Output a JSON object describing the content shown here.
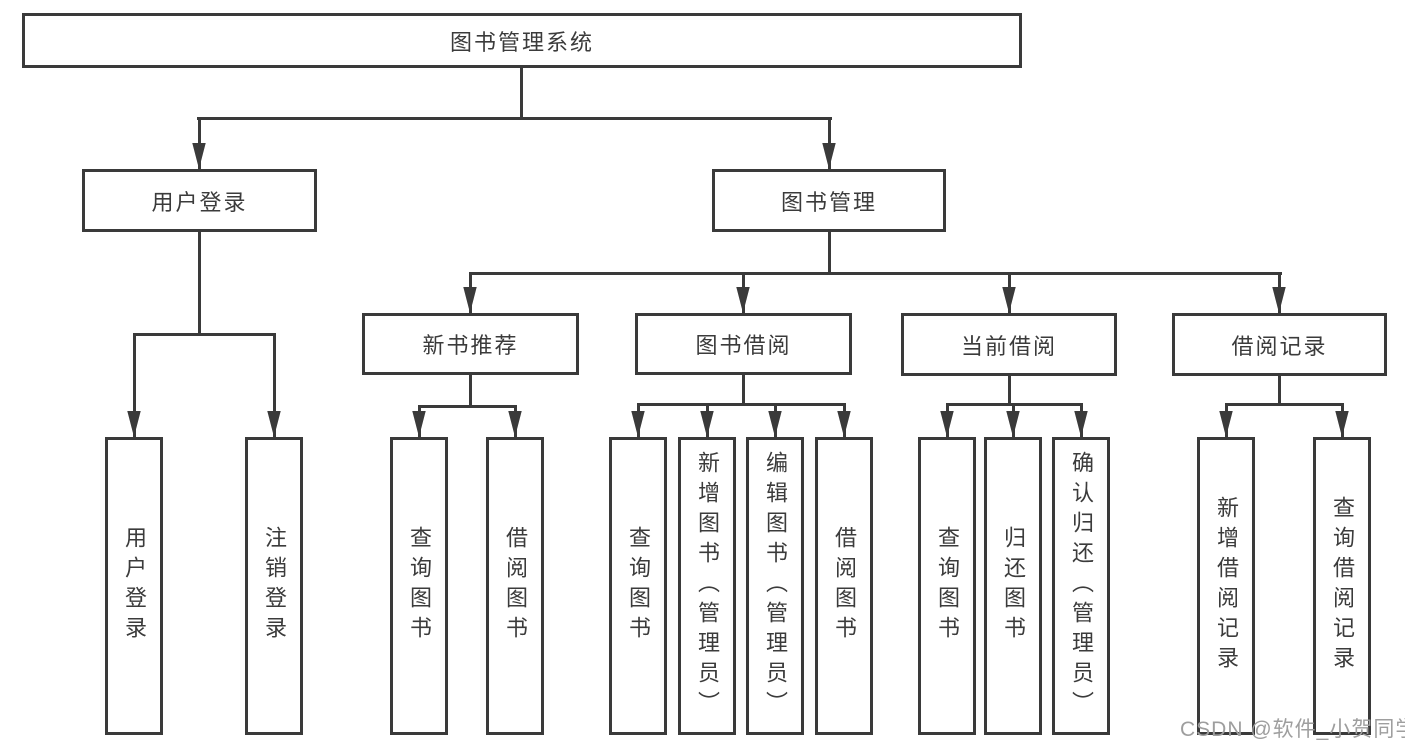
{
  "tree": {
    "root": {
      "label": "图书管理系统",
      "children": [
        {
          "label": "用户登录",
          "children": [
            {
              "label": "用户登录"
            },
            {
              "label": "注销登录"
            }
          ]
        },
        {
          "label": "图书管理",
          "children": [
            {
              "label": "新书推荐",
              "children": [
                {
                  "label": "查询图书"
                },
                {
                  "label": "借阅图书"
                }
              ]
            },
            {
              "label": "图书借阅",
              "children": [
                {
                  "label": "查询图书"
                },
                {
                  "label": "新增图书（管理员）"
                },
                {
                  "label": "编辑图书（管理员）"
                },
                {
                  "label": "借阅图书"
                }
              ]
            },
            {
              "label": "当前借阅",
              "children": [
                {
                  "label": "查询图书"
                },
                {
                  "label": "归还图书"
                },
                {
                  "label": "确认归还（管理员）"
                }
              ]
            },
            {
              "label": "借阅记录",
              "children": [
                {
                  "label": "新增借阅记录"
                },
                {
                  "label": "查询借阅记录"
                }
              ]
            }
          ]
        }
      ]
    }
  },
  "watermark": {
    "text": "CSDN @软件_小贺同学"
  },
  "colors": {
    "line": "#3a3a3a",
    "text": "#3b3b3b",
    "bg": "#ffffff",
    "watermark": "#9e9e9e"
  }
}
